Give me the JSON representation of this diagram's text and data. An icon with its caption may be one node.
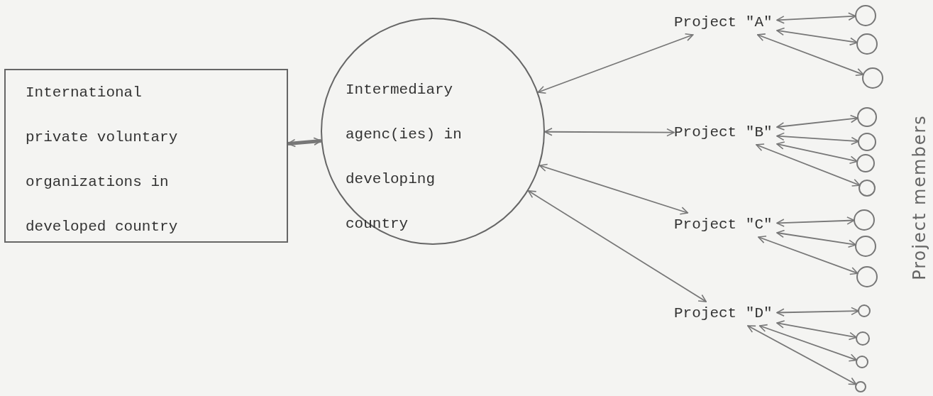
{
  "diagram": {
    "nodes": [
      {
        "text": [
          "International private voluntary organizations in developed country"
        ]
      },
      {
        "text": [
          "Intermediary agenc(ies) in developing country"
        ]
      },
      {
        "text": [
          "Project \"A\""
        ]
      },
      {
        "text": [
          "Project \"B\""
        ]
      },
      {
        "text": [
          "Project \"C\""
        ]
      },
      {
        "text": [
          "Project \"D\""
        ]
      },
      {
        "text": [],
        "shape": "circle"
      },
      {
        "text": [],
        "shape": "circle"
      },
      {
        "text": [],
        "shape": "circle"
      },
      {
        "text": [],
        "shape": "circle"
      },
      {
        "text": [],
        "shape": "circle"
      },
      {
        "text": [],
        "shape": "circle"
      },
      {
        "text": [],
        "shape": "circle"
      },
      {
        "text": [],
        "shape": "circle"
      },
      {
        "text": [],
        "shape": "circle"
      },
      {
        "text": [],
        "shape": "circle"
      },
      {
        "text": [],
        "shape": "circle"
      },
      {
        "text": [],
        "shape": "circle"
      },
      {
        "text": [],
        "shape": "circle"
      },
      {
        "text": [],
        "shape": "circle"
      }
    ],
    "edges": [
      {
        "from": 0,
        "to": 1,
        "arrow": "both",
        "style": "thick"
      },
      {
        "from": 1,
        "to": 2,
        "arrow": "both"
      },
      {
        "from": 1,
        "to": 3,
        "arrow": "both"
      },
      {
        "from": 1,
        "to": 4,
        "arrow": "both"
      },
      {
        "from": 1,
        "to": 5,
        "arrow": "both"
      },
      {
        "from": 2,
        "to": 6,
        "arrow": "both"
      },
      {
        "from": 2,
        "to": 7,
        "arrow": "both"
      },
      {
        "from": 2,
        "to": 8,
        "arrow": "both"
      },
      {
        "from": 3,
        "to": 9,
        "arrow": "both"
      },
      {
        "from": 3,
        "to": 10,
        "arrow": "both"
      },
      {
        "from": 3,
        "to": 11,
        "arrow": "both"
      },
      {
        "from": 3,
        "to": 12,
        "arrow": "both"
      },
      {
        "from": 4,
        "to": 13,
        "arrow": "both"
      },
      {
        "from": 4,
        "to": 14,
        "arrow": "both"
      },
      {
        "from": 4,
        "to": 15,
        "arrow": "both"
      },
      {
        "from": 5,
        "to": 16,
        "arrow": "both"
      },
      {
        "from": 5,
        "to": 17,
        "arrow": "both"
      },
      {
        "from": 5,
        "to": 18,
        "arrow": "both"
      },
      {
        "from": 5,
        "to": 19,
        "arrow": "both"
      }
    ],
    "labels": [
      "Project members"
    ]
  }
}
